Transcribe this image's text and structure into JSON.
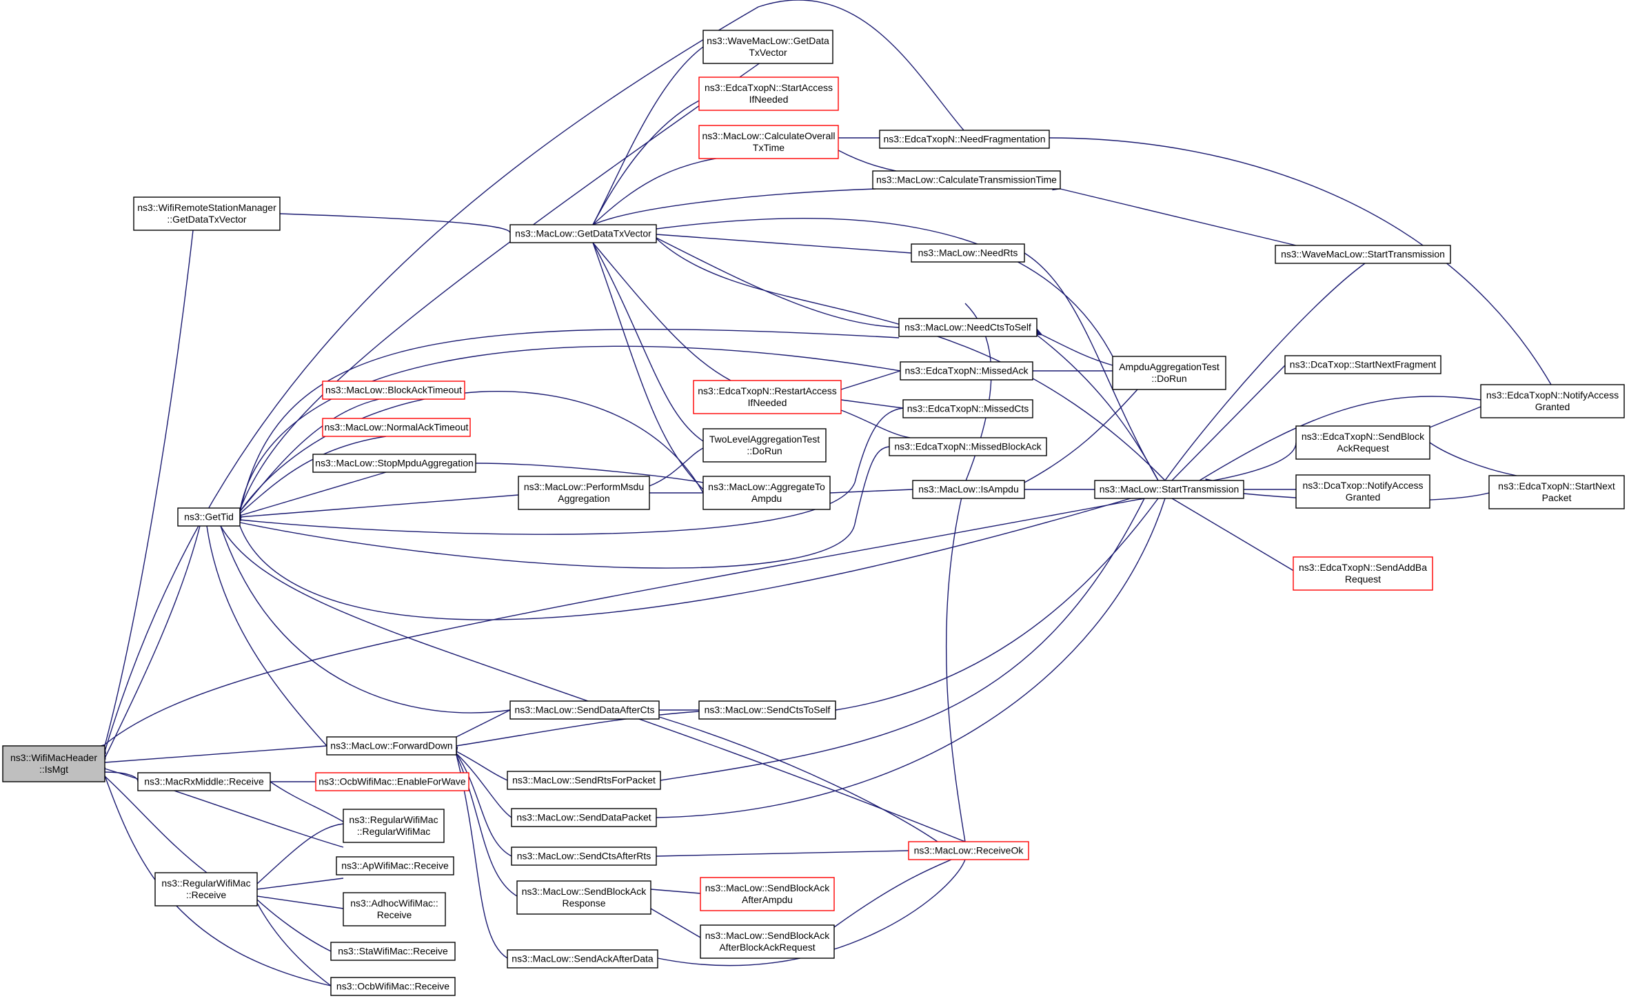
{
  "nodes": [
    {
      "id": "ismgt",
      "lines": [
        "ns3::WifiMacHeader",
        "::IsMgt"
      ],
      "style": "root"
    },
    {
      "id": "getdatatxvector_rsm",
      "lines": [
        "ns3::WifiRemoteStationManager",
        "::GetDataTxVector"
      ],
      "style": "normal"
    },
    {
      "id": "gettid",
      "lines": [
        "ns3::GetTid"
      ],
      "style": "normal"
    },
    {
      "id": "macrxmiddle",
      "lines": [
        "ns3::MacRxMiddle::Receive"
      ],
      "style": "normal"
    },
    {
      "id": "regularwifimac_receive",
      "lines": [
        "ns3::RegularWifiMac",
        "::Receive"
      ],
      "style": "normal"
    },
    {
      "id": "getdatatxvector_ml",
      "lines": [
        "ns3::MacLow::GetDataTxVector"
      ],
      "style": "normal"
    },
    {
      "id": "blockacktimeout",
      "lines": [
        "ns3::MacLow::BlockAckTimeout"
      ],
      "style": "red"
    },
    {
      "id": "normalacktimeout",
      "lines": [
        "ns3::MacLow::NormalAckTimeout"
      ],
      "style": "red"
    },
    {
      "id": "stopmpdu",
      "lines": [
        "ns3::MacLow::StopMpduAggregation"
      ],
      "style": "normal"
    },
    {
      "id": "forwarddown",
      "lines": [
        "ns3::MacLow::ForwardDown"
      ],
      "style": "normal"
    },
    {
      "id": "ocbenable",
      "lines": [
        "ns3::OcbWifiMac::EnableForWave"
      ],
      "style": "red"
    },
    {
      "id": "regularwifimac_ctor",
      "lines": [
        "ns3::RegularWifiMac",
        "::RegularWifiMac"
      ],
      "style": "normal"
    },
    {
      "id": "apwifimac",
      "lines": [
        "ns3::ApWifiMac::Receive"
      ],
      "style": "normal"
    },
    {
      "id": "adhocwifimac",
      "lines": [
        "ns3::AdhocWifiMac::",
        "Receive"
      ],
      "style": "normal"
    },
    {
      "id": "stawifimac",
      "lines": [
        "ns3::StaWifiMac::Receive"
      ],
      "style": "normal"
    },
    {
      "id": "ocbreceive",
      "lines": [
        "ns3::OcbWifiMac::Receive"
      ],
      "style": "normal"
    },
    {
      "id": "performmsdu",
      "lines": [
        "ns3::MacLow::PerformMsdu",
        "Aggregation"
      ],
      "style": "normal"
    },
    {
      "id": "senddataafterrcts",
      "lines": [
        "ns3::MacLow::SendDataAfterCts"
      ],
      "style": "normal"
    },
    {
      "id": "sendrtsforpacket",
      "lines": [
        "ns3::MacLow::SendRtsForPacket"
      ],
      "style": "normal"
    },
    {
      "id": "senddatapacket",
      "lines": [
        "ns3::MacLow::SendDataPacket"
      ],
      "style": "normal"
    },
    {
      "id": "sendctsafterrts",
      "lines": [
        "ns3::MacLow::SendCtsAfterRts"
      ],
      "style": "normal"
    },
    {
      "id": "sendblockackresponse",
      "lines": [
        "ns3::MacLow::SendBlockAck",
        "Response"
      ],
      "style": "normal"
    },
    {
      "id": "sendackafterdata",
      "lines": [
        "ns3::MacLow::SendAckAfterData"
      ],
      "style": "normal"
    },
    {
      "id": "wavegetdata",
      "lines": [
        "ns3::WaveMacLow::GetData",
        "TxVector"
      ],
      "style": "normal"
    },
    {
      "id": "startaccessifneeded",
      "lines": [
        "ns3::EdcaTxopN::StartAccess",
        "IfNeeded"
      ],
      "style": "red"
    },
    {
      "id": "calculateoverall",
      "lines": [
        "ns3::MacLow::CalculateOverall",
        "TxTime"
      ],
      "style": "red"
    },
    {
      "id": "restartaccess",
      "lines": [
        "ns3::EdcaTxopN::RestartAccess",
        "IfNeeded"
      ],
      "style": "red"
    },
    {
      "id": "twolevel",
      "lines": [
        "TwoLevelAggregationTest",
        "::DoRun"
      ],
      "style": "normal"
    },
    {
      "id": "aggregatetoampdu",
      "lines": [
        "ns3::MacLow::AggregateTo",
        "Ampdu"
      ],
      "style": "normal"
    },
    {
      "id": "sendctstoself",
      "lines": [
        "ns3::MacLow::SendCtsToSelf"
      ],
      "style": "normal"
    },
    {
      "id": "sendblockackafterampdu",
      "lines": [
        "ns3::MacLow::SendBlockAck",
        "AfterAmpdu"
      ],
      "style": "red"
    },
    {
      "id": "sendblockackafterbar",
      "lines": [
        "ns3::MacLow::SendBlockAck",
        "AfterBlockAckRequest"
      ],
      "style": "normal"
    },
    {
      "id": "needfrag",
      "lines": [
        "ns3::EdcaTxopN::NeedFragmentation"
      ],
      "style": "normal"
    },
    {
      "id": "calctransmission",
      "lines": [
        "ns3::MacLow::CalculateTransmissionTime"
      ],
      "style": "normal"
    },
    {
      "id": "needrts",
      "lines": [
        "ns3::MacLow::NeedRts"
      ],
      "style": "normal"
    },
    {
      "id": "needctstoself",
      "lines": [
        "ns3::MacLow::NeedCtsToSelf"
      ],
      "style": "normal"
    },
    {
      "id": "missedack",
      "lines": [
        "ns3::EdcaTxopN::MissedAck"
      ],
      "style": "normal"
    },
    {
      "id": "missedcts",
      "lines": [
        "ns3::EdcaTxopN::MissedCts"
      ],
      "style": "normal"
    },
    {
      "id": "missedblockack",
      "lines": [
        "ns3::EdcaTxopN::MissedBlockAck"
      ],
      "style": "normal"
    },
    {
      "id": "isampdu",
      "lines": [
        "ns3::MacLow::IsAmpdu"
      ],
      "style": "normal"
    },
    {
      "id": "receiveok",
      "lines": [
        "ns3::MacLow::ReceiveOk"
      ],
      "style": "red"
    },
    {
      "id": "ampdutest",
      "lines": [
        "AmpduAggregationTest",
        "::DoRun"
      ],
      "style": "normal"
    },
    {
      "id": "starttransmission",
      "lines": [
        "ns3::MacLow::StartTransmission"
      ],
      "style": "normal"
    },
    {
      "id": "wavestarttx",
      "lines": [
        "ns3::WaveMacLow::StartTransmission"
      ],
      "style": "normal"
    },
    {
      "id": "dcastartnextfrag",
      "lines": [
        "ns3::DcaTxop::StartNextFragment"
      ],
      "style": "normal"
    },
    {
      "id": "sendblockackrequest",
      "lines": [
        "ns3::EdcaTxopN::SendBlock",
        "AckRequest"
      ],
      "style": "normal"
    },
    {
      "id": "dcanotifyaccess",
      "lines": [
        "ns3::DcaTxop::NotifyAccess",
        "Granted"
      ],
      "style": "normal"
    },
    {
      "id": "sendaddba",
      "lines": [
        "ns3::EdcaTxopN::SendAddBa",
        "Request"
      ],
      "style": "red"
    },
    {
      "id": "edcanotifyaccess",
      "lines": [
        "ns3::EdcaTxopN::NotifyAccess",
        "Granted"
      ],
      "style": "normal"
    },
    {
      "id": "startnextpacket",
      "lines": [
        "ns3::EdcaTxopN::StartNext",
        "Packet"
      ],
      "style": "normal"
    }
  ]
}
